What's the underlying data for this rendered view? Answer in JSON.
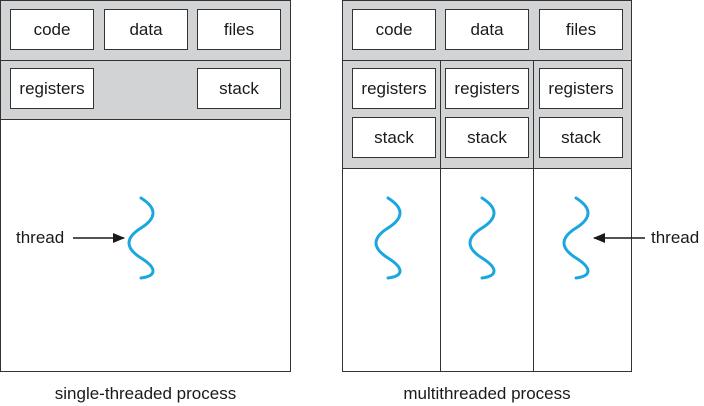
{
  "single": {
    "code": "code",
    "data": "data",
    "files": "files",
    "registers": "registers",
    "stack": "stack",
    "thread_label": "thread",
    "caption": "single-threaded process"
  },
  "multi": {
    "code": "code",
    "data": "data",
    "files": "files",
    "threads": [
      {
        "registers": "registers",
        "stack": "stack"
      },
      {
        "registers": "registers",
        "stack": "stack"
      },
      {
        "registers": "registers",
        "stack": "stack"
      }
    ],
    "thread_label": "thread",
    "caption": "multithreaded process"
  },
  "colors": {
    "thread_wave": "#1aa7e0",
    "shared_band": "#d2d3d5",
    "outline": "#333333"
  }
}
